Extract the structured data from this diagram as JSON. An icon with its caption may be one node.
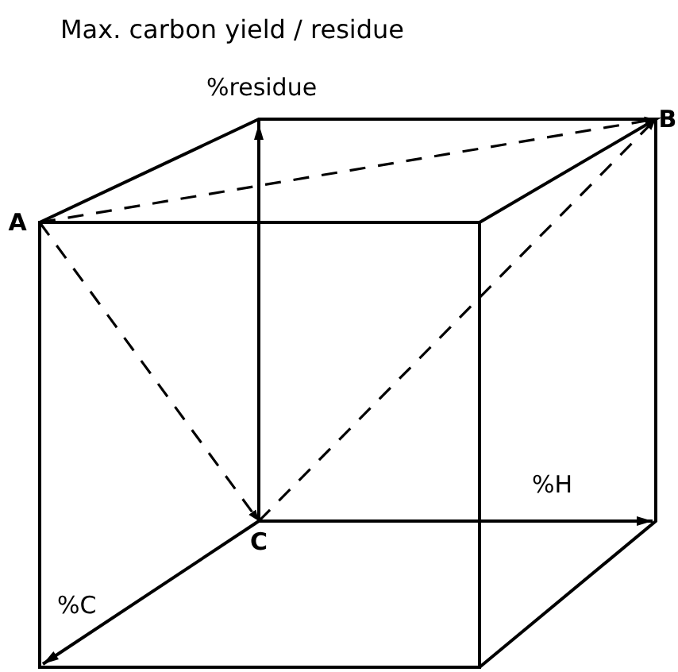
{
  "diagram": {
    "title": "Max. carbon yield / residue",
    "nodes": [
      {
        "text": [
          "A"
        ]
      },
      {
        "text": [
          "B"
        ]
      },
      {
        "text": [
          "C"
        ]
      }
    ],
    "edges": [
      {
        "from": 0,
        "to": 1,
        "arrow": "to",
        "style": "dashed"
      },
      {
        "from": 0,
        "to": 2,
        "arrow": "to",
        "style": "dashed"
      },
      {
        "from": 2,
        "to": 1,
        "arrow": "to",
        "style": "dashed"
      }
    ],
    "labels": [
      "%residue",
      "%H",
      "%C"
    ]
  }
}
